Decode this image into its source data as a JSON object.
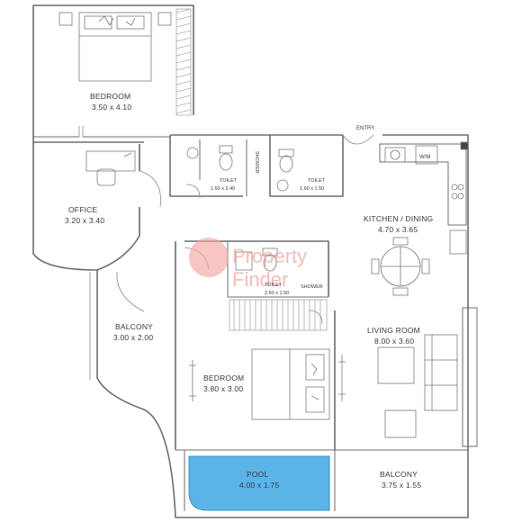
{
  "rooms": {
    "bedroom1": {
      "name": "BEDROOM",
      "size": "3.50 x 4.10"
    },
    "office": {
      "name": "OFFICE",
      "size": "3.20 x 3.40"
    },
    "toilet1": {
      "name": "TOILET",
      "size": "1.50 x 2.40"
    },
    "shower1": {
      "name": "SHOWER"
    },
    "toilet2": {
      "name": "TOILET",
      "size": "1.60 x 1.50"
    },
    "entry": {
      "name": "ENTRY"
    },
    "kitchen": {
      "name": "KITCHEN / DINING",
      "size": "4.70 x 3.65"
    },
    "toilet3": {
      "name": "TOILET",
      "size": "2.60 x 1.50"
    },
    "shower2": {
      "name": "SHOWER"
    },
    "balcony1": {
      "name": "BALCONY",
      "size": "3.00 x 2.00"
    },
    "bedroom2": {
      "name": "BEDROOM",
      "size": "3.80 x 3.00"
    },
    "living": {
      "name": "LIVING ROOM",
      "size": "8.00 x 3.60"
    },
    "pool": {
      "name": "POOL",
      "size": "4.00 x 1.75"
    },
    "balcony2": {
      "name": "BALCONY",
      "size": "3.75 x 1.55"
    }
  },
  "appliance": {
    "wm": "W/M"
  },
  "watermark": {
    "line1": "Property",
    "line2": "Finder"
  },
  "colors": {
    "wall": "#6d6d6d",
    "pool": "#5ab4e8",
    "watermark": "#f2a6a2",
    "line": "#8a8a8a"
  }
}
